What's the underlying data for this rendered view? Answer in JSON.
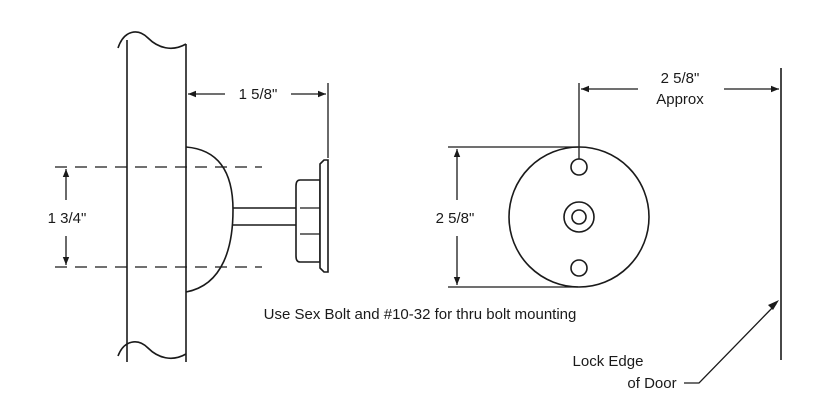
{
  "side_view": {
    "dimension_width": "1 5/8\"",
    "dimension_height": "1 3/4\""
  },
  "front_view": {
    "dimension_offset_line1": "2 5/8\"",
    "dimension_offset_line2": "Approx",
    "dimension_diameter": "2 5/8\""
  },
  "note": "Use Sex Bolt and #10-32 for thru bolt mounting",
  "callout": {
    "line1": "Lock Edge",
    "line2": "of Door"
  }
}
